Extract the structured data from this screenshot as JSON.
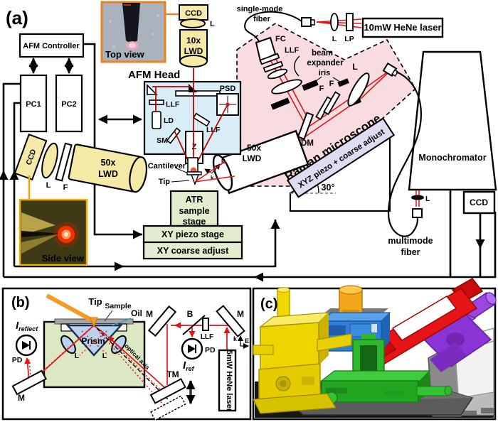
{
  "a": {
    "panel_label": "(a)",
    "afm_controller": "AFM Controller",
    "pc1": "PC1",
    "pc2": "PC2",
    "top_view_caption": "Top view",
    "ccd_top": "CCD",
    "lens_top": "L",
    "obj10_line1": "10x",
    "obj10_line2": "LWD",
    "afm_head": "AFM Head",
    "psd": "PSD",
    "llf_top": "LLF",
    "ld": "LD",
    "llf_diag": "LLF",
    "sm": "SM",
    "z": "Z",
    "cantilever": "Cantilever",
    "tip": "Tip",
    "e_axis": "E",
    "k_axis": "k",
    "atr_line1": "ATR",
    "atr_line2": "sample",
    "atr_line3": "stage",
    "xy_piezo": "XY piezo stage",
    "xy_coarse": "XY coarse adjust",
    "ccd_side": "CCD",
    "lens_side": "L",
    "filter_side": "F",
    "obj50_left_line1": "50x",
    "obj50_left_line2": "LWD",
    "side_view_caption": "Side view",
    "single_mode_line1": "single-mode",
    "single_mode_line2": "fiber",
    "fc": "FC",
    "llf_raman": "LLF",
    "beam_expander_line1": "beam",
    "beam_expander_line2": "expander",
    "iris": "iris",
    "f1": "F",
    "f2": "F",
    "lens_raman": "L",
    "dm": "DM",
    "lens_laser": "L",
    "lp": "LP",
    "laser": "10mW HeNe laser",
    "raman_microscope": "Raman microscope",
    "xyz_stage": "XYZ piezo + coarse adjust",
    "angle": "30°",
    "obj50_right_line1": "50x",
    "obj50_right_line2": "LWD",
    "monochromator": "Monochromator",
    "lens_mono": "L",
    "multimode_line1": "multimode",
    "multimode_line2": "fiber",
    "ccd_mono": "CCD"
  },
  "b": {
    "panel_label": "(b)",
    "tip": "Tip",
    "sample": "Sample",
    "oil": "Oil",
    "prism": "Prism",
    "i_reflect_main": "I",
    "i_reflect_sub": "reflect",
    "pd_left": "PD",
    "mirror_left": "M",
    "lens_left": "L",
    "lens_right": "L",
    "optical_axis": "optical axis",
    "tm": "TM",
    "mirror_top_left": "M",
    "mirror_top_right": "M",
    "beamsplitter": "B",
    "llf": "LLF",
    "pd_ref": "PD",
    "i_ref_main": "I",
    "i_ref_sub": "ref",
    "laser": "5mW HeNe laser",
    "k_axis": "k",
    "e_axis": "E"
  },
  "c": {
    "panel_label": "(c)"
  },
  "colors": {
    "laser_beam": "#e31219",
    "raman_box_fill": "#f9dce0",
    "afm_head_fill": "#d9edf7",
    "stage_fill": "#e2edd0",
    "optics_fill": "#f5e9a8",
    "xyz_fill": "#dfdbf0",
    "photo_border": "#e8821e"
  }
}
